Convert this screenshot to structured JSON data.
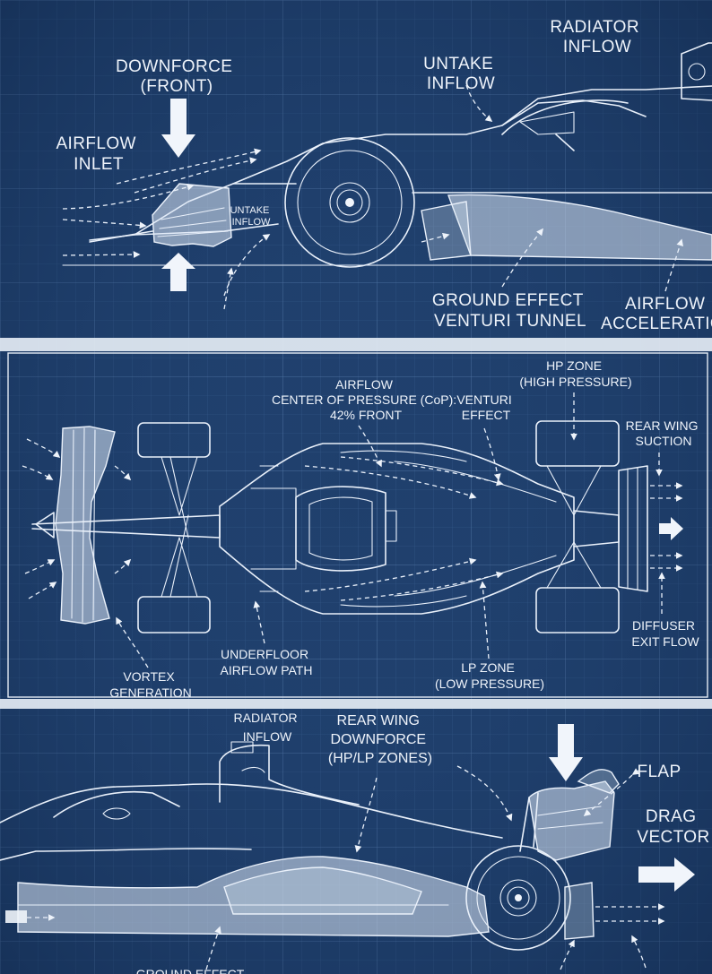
{
  "panels": {
    "side_front": {
      "downforce_front": [
        "DOWNFORCE",
        "(FRONT)"
      ],
      "airflow_inlet": [
        "AIRFLOW",
        "INLET"
      ],
      "untake_inflow_top": [
        "UNTAKE",
        "INFLOW"
      ],
      "radiator_inflow": [
        "RADIATOR",
        "INFLOW"
      ],
      "untake_inflow_small": [
        "UNTAKE",
        "INFLOW"
      ],
      "ground_effect": [
        "GROUND EFFECT",
        "VENTURI TUNNEL"
      ],
      "airflow_acceleration": [
        "AIRFLOW",
        "ACCELERATIO"
      ]
    },
    "top_view": {
      "cop": [
        "AIRFLOW",
        "CENTER OF PRESSURE (CoP):",
        "42% FRONT"
      ],
      "venturi": [
        "VENTURI",
        "EFFECT"
      ],
      "hp_zone": [
        "HP ZONE",
        "(HIGH PRESSURE)"
      ],
      "rear_wing_suction": [
        "REAR WING",
        "SUCTION"
      ],
      "diffuser_exit": [
        "DIFFUSER",
        "EXIT FLOW"
      ],
      "lp_zone": [
        "LP ZONE",
        "(LOW PRESSURE)"
      ],
      "underfloor": [
        "UNDERFLOOR",
        "AIRFLOW PATH"
      ],
      "vortex": [
        "VORTEX",
        "GENERATION"
      ]
    },
    "side_rear": {
      "radiator_inflow": [
        "RADIATOR",
        "INFLOW"
      ],
      "rear_wing_downforce": [
        "REAR WING",
        "DOWNFORCE",
        "(HP/LP ZONES)"
      ],
      "flap": "FLAP",
      "drag_vector": [
        "DRAG",
        "VECTOR"
      ],
      "ground_effect_cut": "GROUND EFFECT"
    }
  },
  "colors": {
    "background": "#1f3f6c",
    "grid": "#5f86b8",
    "ink": "#eef3fa"
  }
}
